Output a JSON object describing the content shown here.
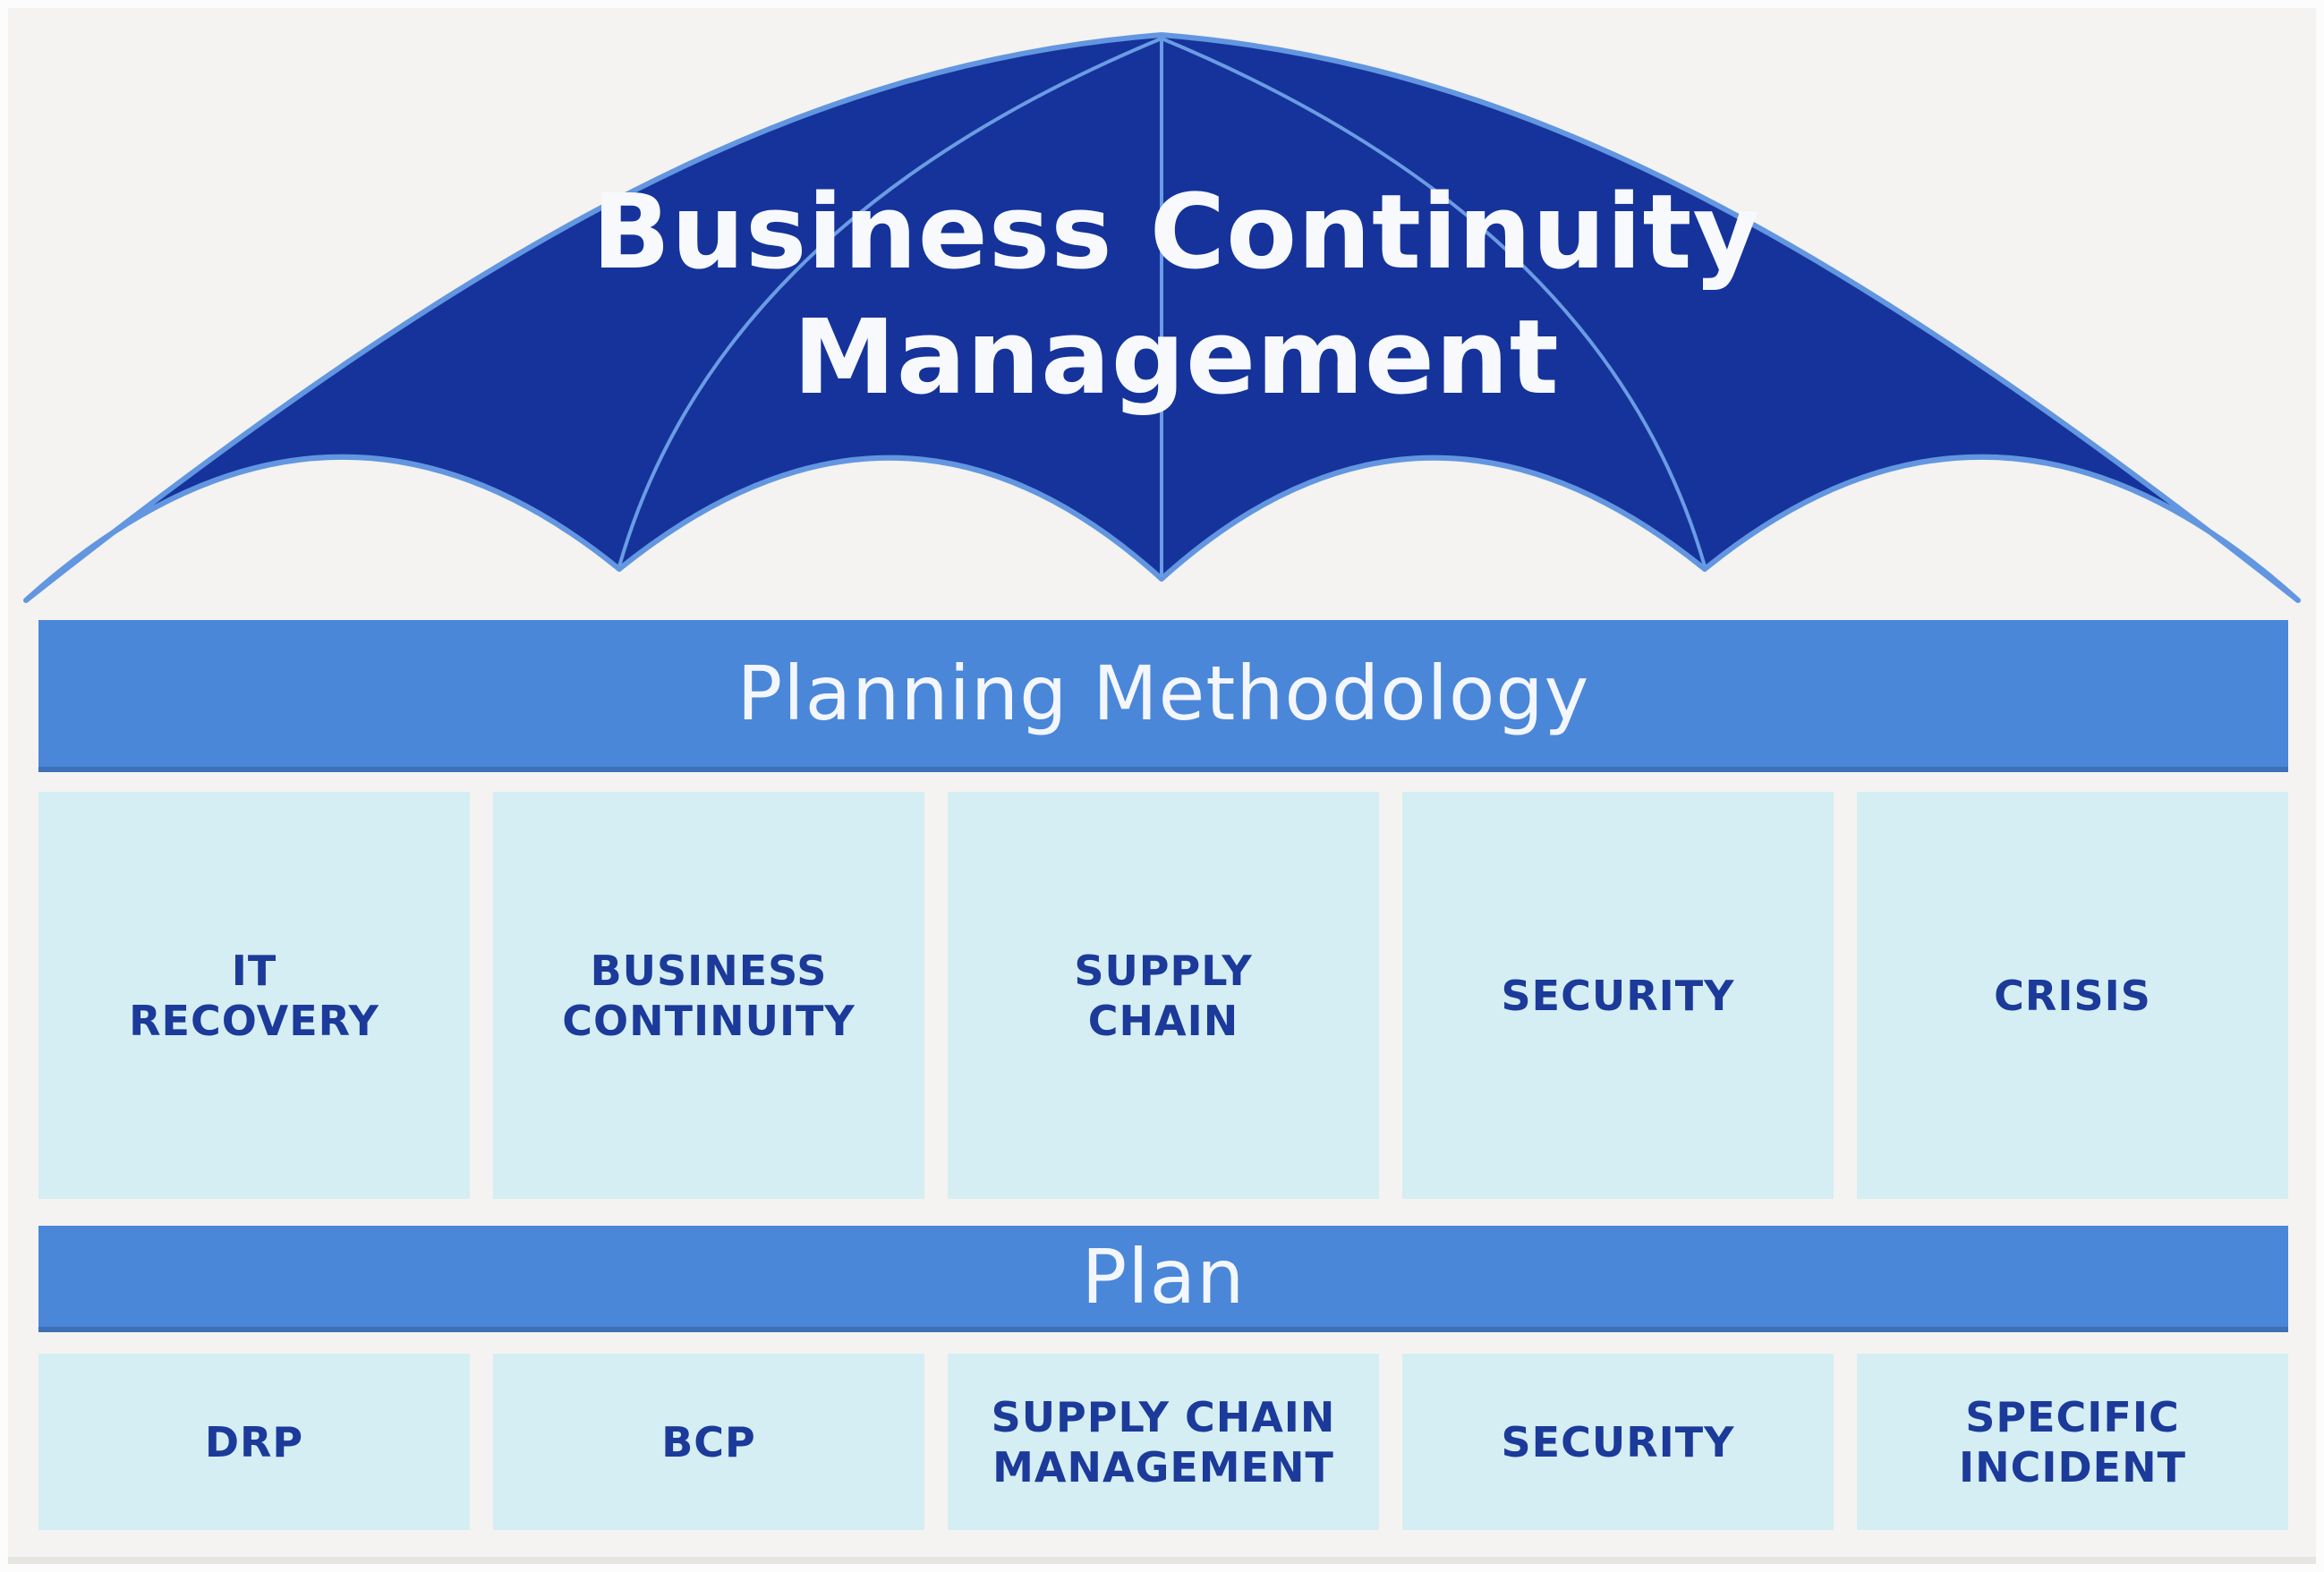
{
  "diagram": {
    "title": "Business Continuity Management",
    "background_color": "#f4f3f1",
    "umbrella": {
      "title_text": "Business Continuity\nManagement",
      "canopy_color": "#15339b",
      "rib_color": "#6a9ce4",
      "outline_color": "#6296e0",
      "title_color": "#f7f9fc"
    },
    "methodology_bar": {
      "label": "Planning Methodology",
      "color": "#4a87d9",
      "text_color": "#f3f7fd"
    },
    "plan_bar": {
      "label": "Plan",
      "color": "#4a87d9",
      "text_color": "#f3f7fd"
    },
    "methodology_boxes": [
      {
        "label": "IT\nRECOVERY"
      },
      {
        "label": "BUSINESS\nCONTINUITY"
      },
      {
        "label": "SUPPLY\nCHAIN"
      },
      {
        "label": "SECURITY"
      },
      {
        "label": "CRISIS"
      }
    ],
    "plan_boxes": [
      {
        "label": "DRP"
      },
      {
        "label": "BCP"
      },
      {
        "label": "SUPPLY CHAIN\nMANAGEMENT"
      },
      {
        "label": "SECURITY"
      },
      {
        "label": "SPECIFIC\nINCIDENT"
      }
    ],
    "box_style": {
      "fill_color": "#d4eef3",
      "text_color": "#1b3a99"
    }
  }
}
